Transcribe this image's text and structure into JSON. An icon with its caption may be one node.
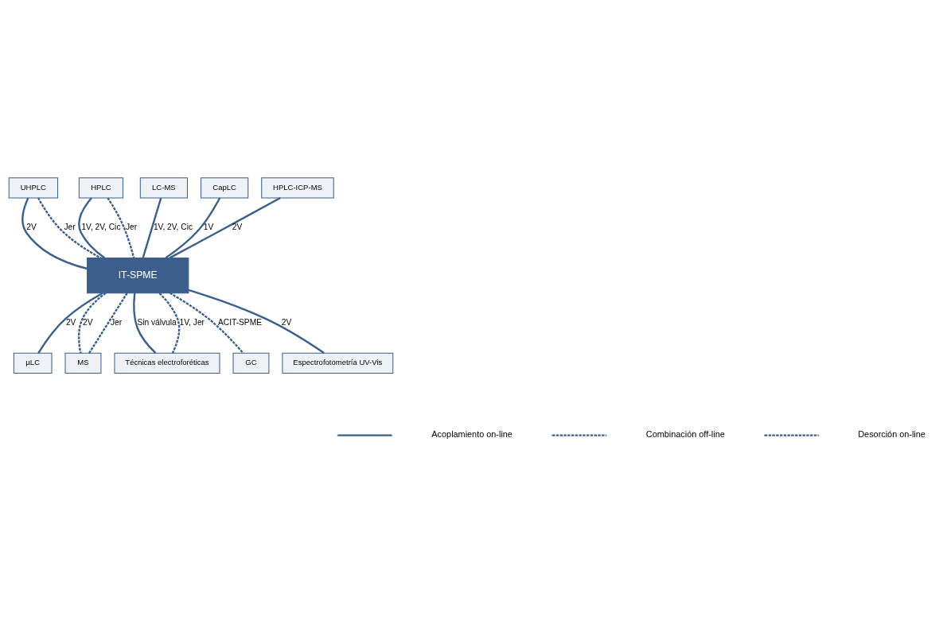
{
  "diagram": {
    "nodes": [
      {
        "text": [
          "IT-SPME"
        ]
      },
      {
        "text": [
          "UHPLC"
        ]
      },
      {
        "text": [
          "HPLC"
        ]
      },
      {
        "text": [
          "LC-MS"
        ]
      },
      {
        "text": [
          "CapLC"
        ]
      },
      {
        "text": [
          "HPLC-ICP-MS"
        ]
      },
      {
        "text": [
          "µLC"
        ]
      },
      {
        "text": [
          "MS"
        ]
      },
      {
        "text": [
          "Técnicas electroforéticas"
        ]
      },
      {
        "text": [
          "GC"
        ]
      },
      {
        "text": [
          "Espectrofotometría UV-Vis"
        ]
      }
    ],
    "edges": [
      {
        "from": 1,
        "to": 0,
        "arrow": "none",
        "label": "2V"
      },
      {
        "from": 1,
        "to": 0,
        "arrow": "none",
        "style": "dashed",
        "label": "Jer"
      },
      {
        "from": 2,
        "to": 0,
        "arrow": "none",
        "label": "1V, 2V, Cic"
      },
      {
        "from": 2,
        "to": 0,
        "arrow": "none",
        "style": "dashed",
        "label": "Jer"
      },
      {
        "from": 3,
        "to": 0,
        "arrow": "none",
        "label": "1V, 2V, Cic"
      },
      {
        "from": 4,
        "to": 0,
        "arrow": "none",
        "label": "1V"
      },
      {
        "from": 5,
        "to": 0,
        "arrow": "none",
        "label": "2V"
      },
      {
        "from": 0,
        "to": 6,
        "arrow": "none",
        "label": "2V"
      },
      {
        "from": 0,
        "to": 7,
        "arrow": "none",
        "style": "dashed",
        "label": "2V"
      },
      {
        "from": 0,
        "to": 7,
        "arrow": "none",
        "style": "dashed",
        "label": "Jer"
      },
      {
        "from": 0,
        "to": 8,
        "arrow": "none",
        "label": "Sin válvula"
      },
      {
        "from": 0,
        "to": 8,
        "arrow": "none",
        "style": "dashed",
        "label": "1V, Jer"
      },
      {
        "from": 0,
        "to": 9,
        "arrow": "none",
        "style": "dashed",
        "label": "ACIT-SPME"
      },
      {
        "from": 0,
        "to": 10,
        "arrow": "none",
        "label": "2V"
      }
    ],
    "legend": [
      {
        "text": "Acoplamiento on-line"
      },
      {
        "text": "Combinación off-line"
      },
      {
        "text": "Desorción on-line"
      }
    ]
  }
}
